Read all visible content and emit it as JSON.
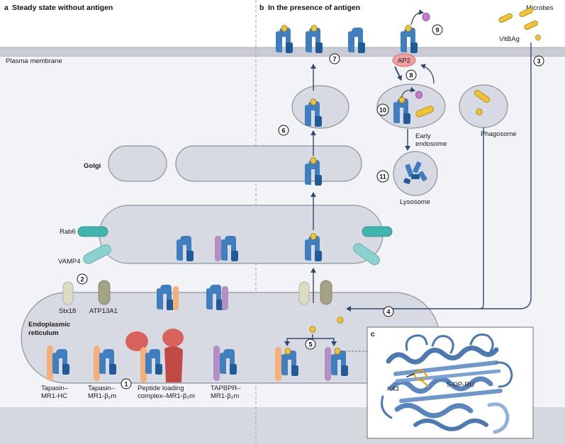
{
  "panel_a": {
    "letter": "a",
    "title": "Steady state without antigen",
    "plasma_membrane": "Plasma membrane",
    "golgi": "Golgi",
    "er_line1": "Endoplasmic",
    "er_line2": "reticulum",
    "rab6": "Rab6",
    "vamp4": "VAMP4",
    "stx18": "Stx18",
    "atp13a1": "ATP13A1",
    "step": "1",
    "step2": "2",
    "complexes": [
      {
        "line1": "Tapasin–",
        "line2": "MR1-HC"
      },
      {
        "line1": "Tapasin–",
        "line2": "MR1-β₂m"
      },
      {
        "line1": "Peptide loading",
        "line2": "complex–MR1-β₂m"
      },
      {
        "line1": "TAPBPR–",
        "line2": "MR1-β₂m"
      }
    ]
  },
  "panel_b": {
    "letter": "b",
    "title": "In the presence of antigen",
    "microbes": "Microbes",
    "vitbag": "VitBAg",
    "ap2": "AP2",
    "early_endosome_line1": "Early",
    "early_endosome_line2": "endosome",
    "phagosome": "Phagosome",
    "lysosome": "Lysosome",
    "steps": [
      "3",
      "4",
      "5",
      "6",
      "7",
      "8",
      "9",
      "10",
      "11"
    ]
  },
  "panel_c": {
    "letter": "c",
    "k43": "K43",
    "ligand": "5-OP-RU"
  },
  "colors": {
    "membrane": "#c9ccd4",
    "organelle": "#d7dae2",
    "organelle_stroke": "#8e929c",
    "mr1_blue": "#3f7fc0",
    "mr1_dark": "#1f5a99",
    "tapasin_orange": "#f4b07a",
    "tapbpr_purple": "#b48fc4",
    "plc_red": "#d9635c",
    "rab6_teal": "#3fb5ae",
    "vamp4_teal": "#8ad1cf",
    "stx18_beige": "#dcdcc2",
    "atp13a1_olive": "#a5a385",
    "antigen_yellow": "#f1c232",
    "ap2_pink": "#f2a0a0",
    "arrow_navy": "#304a6e"
  }
}
